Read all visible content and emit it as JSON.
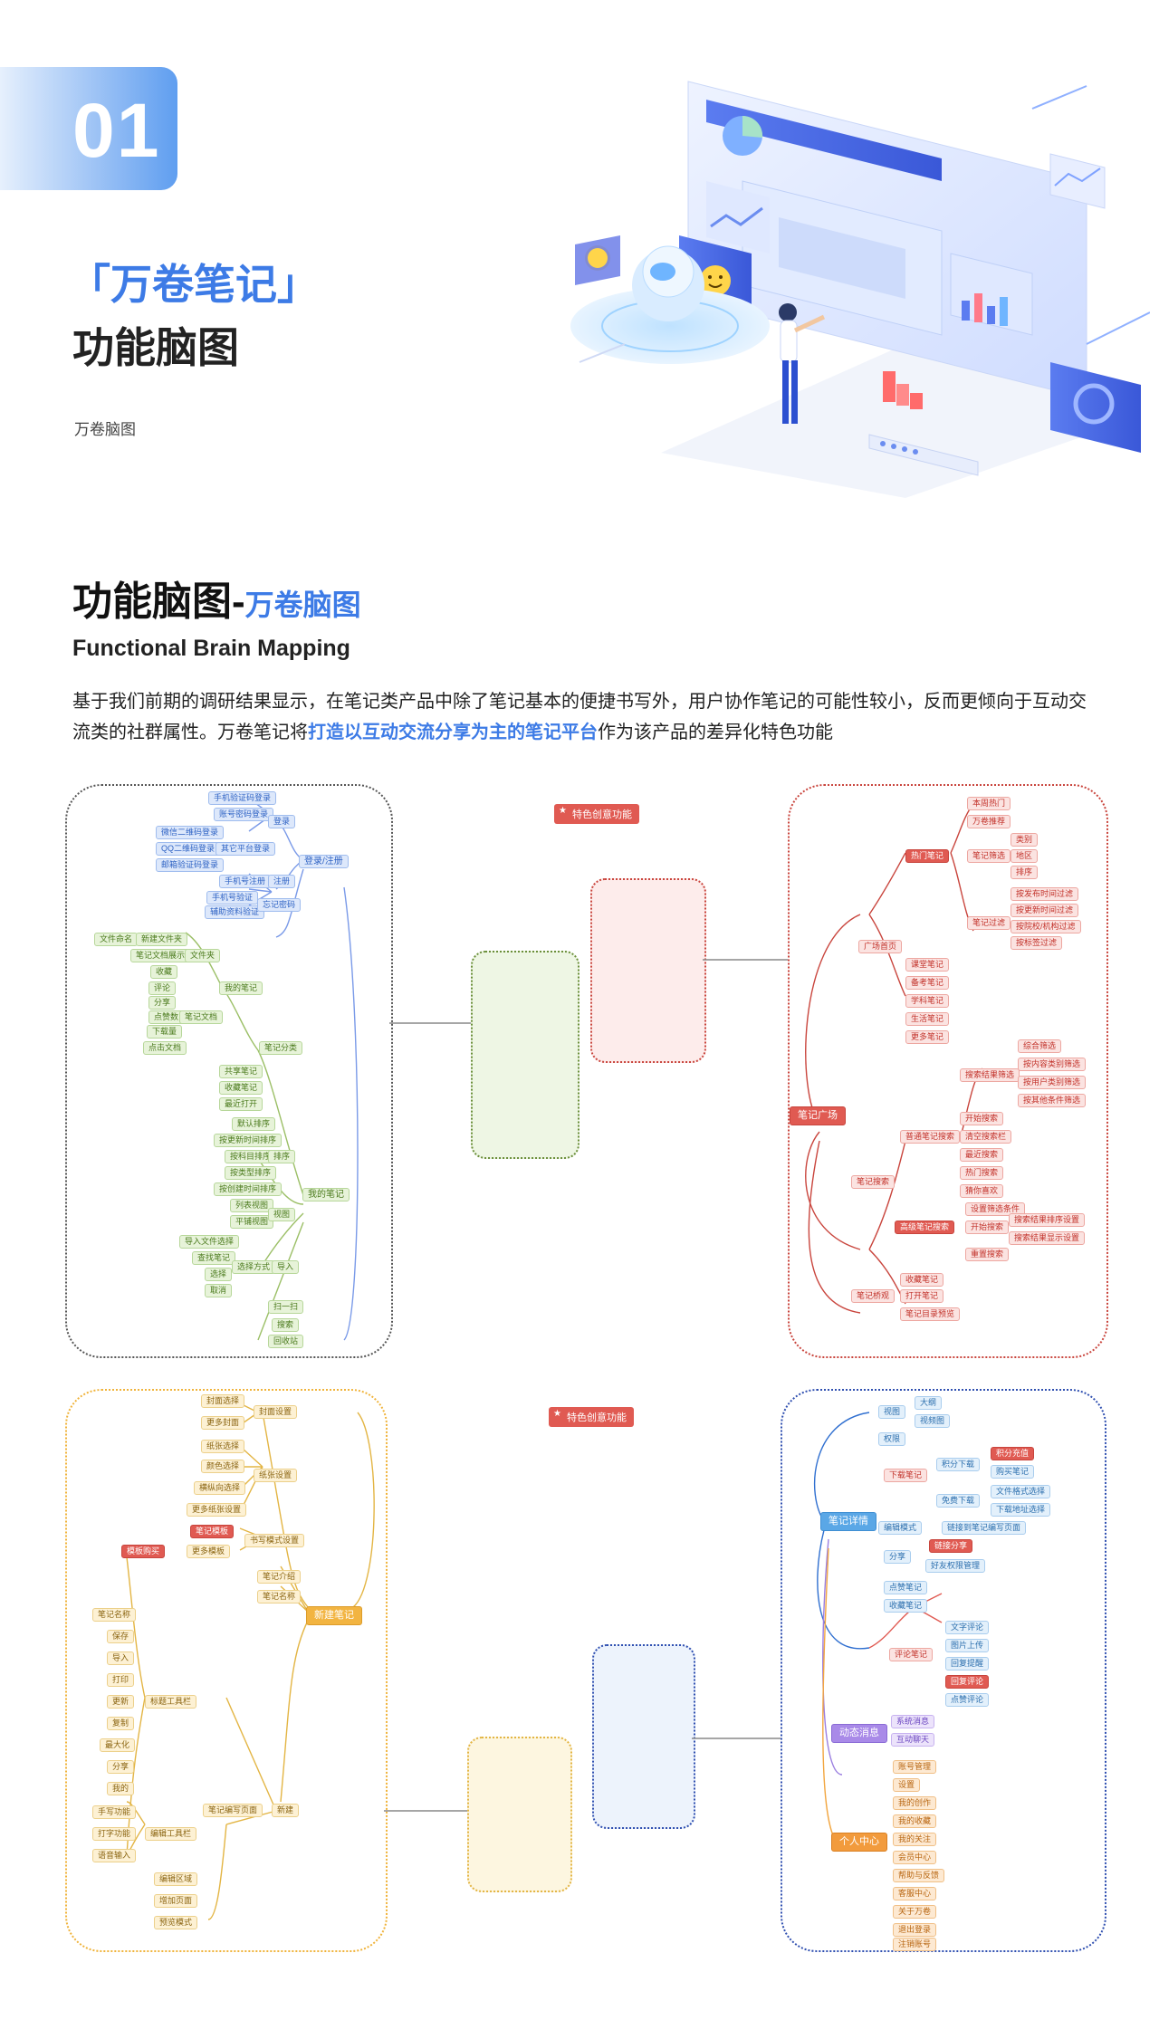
{
  "header": {
    "number": "01",
    "title_blue": "「万卷笔记」",
    "title_black": "功能脑图",
    "sub_label": "万卷脑图"
  },
  "section": {
    "title_main": "功能脑图-",
    "title_accent": "万卷脑图",
    "title_en": "Functional Brain Mapping",
    "para_before": "基于我们前期的调研结果显示，在笔记类产品中除了笔记基本的便捷书写外，用户协作笔记的可能性较小，反而更倾向于互动交流类的社群属性。万卷笔记将",
    "para_highlight": "打造以互动交流分享为主的笔记平台",
    "para_after": "作为该产品的差异化特色功能"
  },
  "colors": {
    "accent": "#3d7be6",
    "red": "#e05a52",
    "yellow": "#f2b441"
  },
  "map1": {
    "badge": "特色创意功能",
    "left": {
      "b1": "登录/注册",
      "b1_mid": [
        "登录",
        "注册",
        "忘记密码"
      ],
      "b1_sub": [
        "其它平台登录"
      ],
      "b1_leaves": [
        "手机验证码登录",
        "账号密码登录",
        "微信二维码登录",
        "QQ二维码登录",
        "邮箱验证码登录",
        "手机号注册",
        "手机号验证",
        "辅助资料验证"
      ],
      "b2": "我的笔记",
      "b2_mid": [
        "笔记分类",
        "排序",
        "视图",
        "导入",
        "回收站"
      ],
      "b2_sub": [
        "我的笔记",
        "文件夹",
        "笔记文档",
        "共享笔记",
        "收藏笔记",
        "最近打开",
        "列表视图",
        "平铺视图",
        "选择方式",
        "扫一扫",
        "搜索"
      ],
      "b2_leaves": [
        "文件命名",
        "新建文件夹",
        "笔记文档展示",
        "收藏",
        "评论",
        "分享",
        "点赞数",
        "下载量",
        "点击文档",
        "默认排序",
        "按更新时间排序",
        "按科目排序",
        "按类型排序",
        "按创建时间排序",
        "导入文件选择",
        "查找笔记",
        "选择",
        "取消"
      ]
    },
    "right": {
      "root": "笔记广场",
      "l1": [
        "广场首页",
        "笔记搜索",
        "笔记桥观"
      ],
      "l2": [
        "热门笔记",
        "课堂笔记",
        "备考笔记",
        "学科笔记",
        "生活笔记",
        "更多笔记",
        "搜索结果筛选",
        "普通笔记搜索",
        "高级笔记搜索",
        "收藏笔记",
        "打开笔记",
        "笔记目录预览"
      ],
      "l3": [
        "本周热门",
        "万卷推荐",
        "笔记筛选",
        "笔记过滤",
        "开始搜索",
        "清空搜索栏",
        "最近搜索",
        "热门搜索",
        "猜你喜欢",
        "设置筛选条件",
        "开始搜索",
        "重置搜索"
      ],
      "l4": [
        "类别",
        "地区",
        "排序",
        "按发布时间过滤",
        "按更新时间过滤",
        "按院校/机构过滤",
        "按标签过滤",
        "综合筛选",
        "按内容类别筛选",
        "按用户类别筛选",
        "按其他条件筛选",
        "搜索结果排序设置",
        "搜索结果显示设置"
      ]
    }
  },
  "map2": {
    "badge": "特色创意功能",
    "left": {
      "root": "新建笔记",
      "l1": [
        "封面设置",
        "纸张设置",
        "书写模式设置",
        "笔记介绍",
        "笔记名称",
        "新建"
      ],
      "l1b": [
        "笔记编写页面"
      ],
      "l2": [
        "封面选择",
        "更多封面",
        "纸张选择",
        "颜色选择",
        "横纵向选择",
        "更多纸张设置",
        "笔记模板",
        "更多模板",
        "模板购买",
        "标题工具栏",
        "编辑工具栏",
        "编辑区域",
        "增加页面",
        "预览模式"
      ],
      "l3": [
        "笔记名称",
        "保存",
        "导入",
        "打印",
        "更新",
        "复制",
        "最大化",
        "分享",
        "我的",
        "手写功能",
        "打字功能",
        "语音输入"
      ]
    },
    "right": {
      "b1": "笔记详情",
      "b1_l1": [
        "视图",
        "权限",
        "下载笔记",
        "编辑模式",
        "分享",
        "点赞笔记",
        "收藏笔记",
        "评论笔记"
      ],
      "b1_l2": [
        "大纲",
        "视频图",
        "积分下载",
        "免费下载",
        "链接到笔记编写页面",
        "链接分享",
        "好友权限管理",
        "文字评论",
        "图片上传",
        "回复提醒",
        "回复评论",
        "点赞评论"
      ],
      "b1_l3": [
        "积分充值",
        "购买笔记",
        "文件格式选择",
        "下载地址选择"
      ],
      "b2": "动态消息",
      "b2_l1": [
        "系统消息",
        "互动聊天"
      ],
      "b3": "个人中心",
      "b3_l1": [
        "账号管理",
        "设置",
        "我的创作",
        "我的收藏",
        "我的关注",
        "会员中心",
        "帮助与反馈",
        "客服中心",
        "关于万卷",
        "退出登录",
        "注销账号"
      ]
    }
  }
}
